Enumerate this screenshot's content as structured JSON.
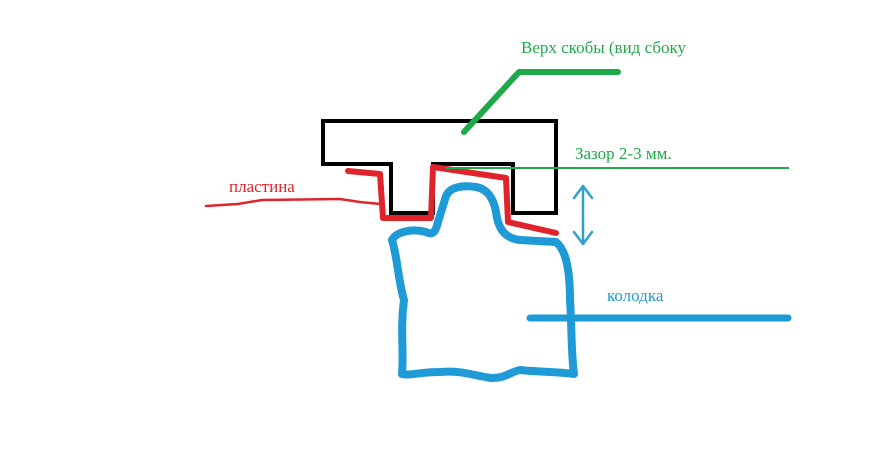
{
  "labels": {
    "bracket_top": "Верх скобы (вид сбоку",
    "gap": "Зазор 2-3 мм.",
    "plate": "пластина",
    "pad": "колодка"
  },
  "colors": {
    "background": "#ffffff",
    "bracket": "#000000",
    "plate": "#e0242b",
    "pad": "#1e9ad6",
    "green": "#1faa4a",
    "gap_arrow": "#2f9fd0"
  }
}
